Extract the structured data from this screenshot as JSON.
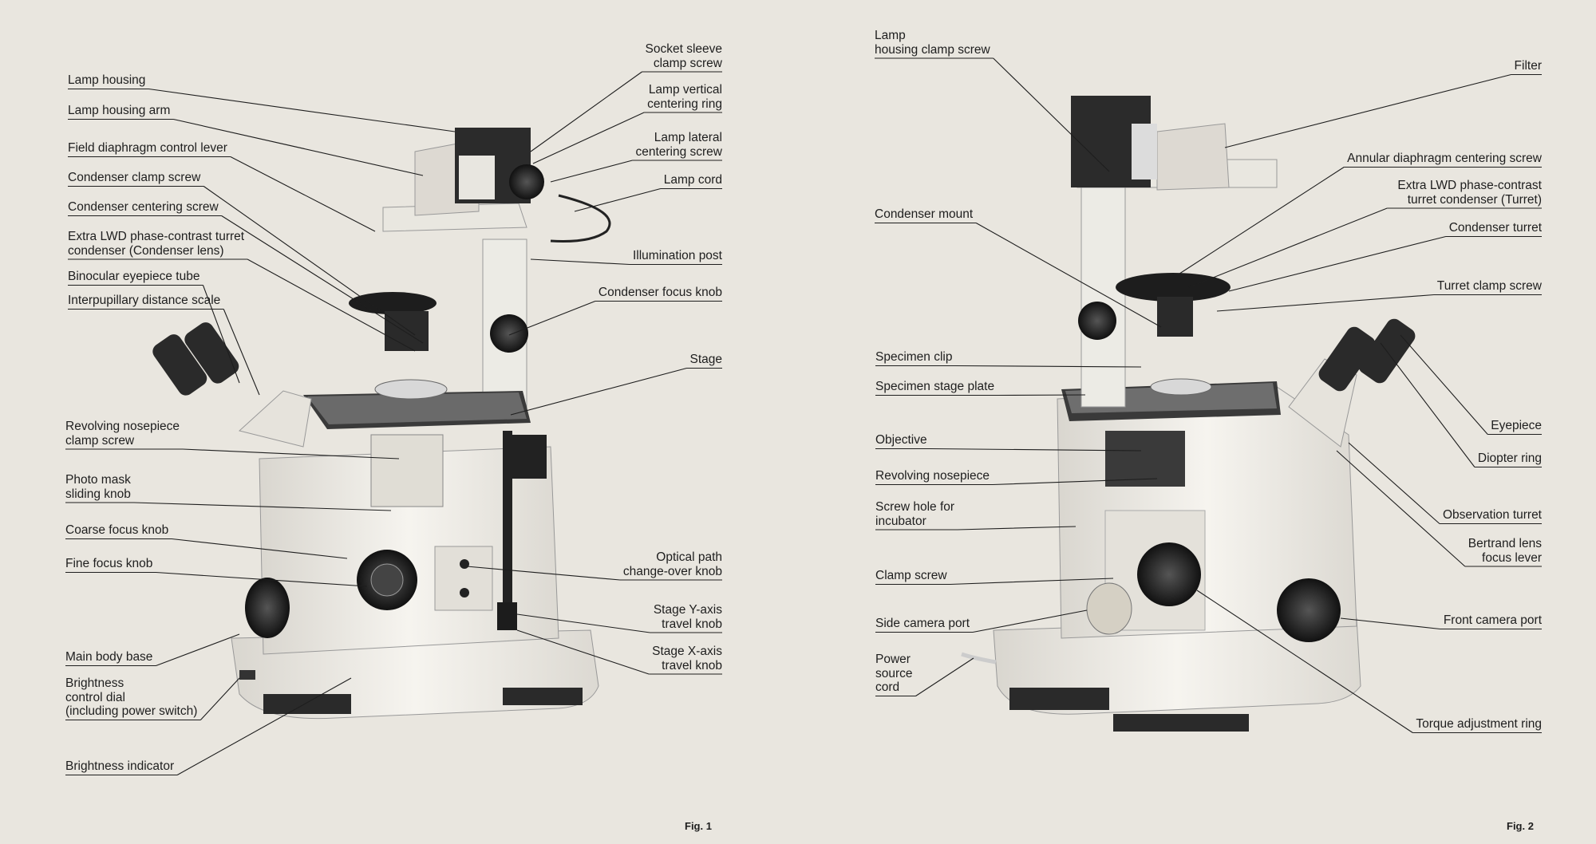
{
  "figures": [
    {
      "caption": "Fig. 1",
      "labels_left": [
        {
          "id": "lamp-housing",
          "text": "Lamp housing"
        },
        {
          "id": "lamp-housing-arm",
          "text": "Lamp housing arm"
        },
        {
          "id": "field-diaphragm-lever",
          "text": "Field diaphragm control lever"
        },
        {
          "id": "condenser-clamp-screw",
          "text": "Condenser clamp screw"
        },
        {
          "id": "condenser-centering-screw",
          "text": "Condenser centering screw"
        },
        {
          "id": "extra-lwd-condenser",
          "text": "Extra LWD phase-contrast turret\ncondenser (Condenser lens)"
        },
        {
          "id": "binocular-eyepiece-tube",
          "text": "Binocular eyepiece tube"
        },
        {
          "id": "interpupillary-scale",
          "text": "Interpupillary distance scale"
        },
        {
          "id": "nosepiece-clamp-screw",
          "text": "Revolving nosepiece\nclamp screw"
        },
        {
          "id": "photo-mask-knob",
          "text": "Photo mask\nsliding knob"
        },
        {
          "id": "coarse-focus-knob",
          "text": "Coarse focus knob"
        },
        {
          "id": "fine-focus-knob",
          "text": "Fine focus knob"
        },
        {
          "id": "main-body-base",
          "text": "Main body base"
        },
        {
          "id": "brightness-dial",
          "text": "Brightness\ncontrol dial\n(including power switch)"
        },
        {
          "id": "brightness-indicator",
          "text": "Brightness indicator"
        }
      ],
      "labels_right": [
        {
          "id": "socket-sleeve-screw",
          "text": "Socket sleeve\nclamp screw"
        },
        {
          "id": "lamp-vertical-ring",
          "text": "Lamp vertical\ncentering ring"
        },
        {
          "id": "lamp-lateral-screw",
          "text": "Lamp lateral\ncentering screw"
        },
        {
          "id": "lamp-cord",
          "text": "Lamp cord"
        },
        {
          "id": "illumination-post",
          "text": "Illumination post"
        },
        {
          "id": "condenser-focus-knob",
          "text": "Condenser focus knob"
        },
        {
          "id": "stage",
          "text": "Stage"
        },
        {
          "id": "optical-path-knob",
          "text": "Optical path\nchange-over knob"
        },
        {
          "id": "stage-y-knob",
          "text": "Stage Y-axis\ntravel knob"
        },
        {
          "id": "stage-x-knob",
          "text": "Stage X-axis\ntravel knob"
        }
      ]
    },
    {
      "caption": "Fig. 2",
      "labels_left": [
        {
          "id": "lamp-housing-clamp-screw",
          "text": "Lamp\nhousing clamp screw"
        },
        {
          "id": "condenser-mount",
          "text": "Condenser mount"
        },
        {
          "id": "specimen-clip",
          "text": "Specimen clip"
        },
        {
          "id": "specimen-stage-plate",
          "text": "Specimen stage plate"
        },
        {
          "id": "objective",
          "text": "Objective"
        },
        {
          "id": "revolving-nosepiece",
          "text": "Revolving nosepiece"
        },
        {
          "id": "incubator-screw-hole",
          "text": "Screw hole for\nincubator"
        },
        {
          "id": "clamp-screw",
          "text": "Clamp screw"
        },
        {
          "id": "side-camera-port",
          "text": "Side camera port"
        },
        {
          "id": "power-source-cord",
          "text": "Power\nsource\ncord"
        }
      ],
      "labels_right": [
        {
          "id": "filter",
          "text": "Filter"
        },
        {
          "id": "annular-diaphragm-screw",
          "text": "Annular diaphragm centering screw"
        },
        {
          "id": "extra-lwd-turret",
          "text": "Extra LWD phase-contrast\nturret condenser      (Turret)"
        },
        {
          "id": "condenser-turret",
          "text": "Condenser turret"
        },
        {
          "id": "turret-clamp-screw",
          "text": "Turret clamp screw"
        },
        {
          "id": "eyepiece",
          "text": "Eyepiece"
        },
        {
          "id": "diopter-ring",
          "text": "Diopter ring"
        },
        {
          "id": "observation-turret",
          "text": "Observation turret"
        },
        {
          "id": "bertrand-lever",
          "text": "Bertrand lens\nfocus lever"
        },
        {
          "id": "front-camera-port",
          "text": "Front camera port"
        },
        {
          "id": "torque-ring",
          "text": "Torque adjustment ring"
        }
      ]
    }
  ],
  "colors": {
    "paper": "#e9e6df",
    "ink": "#1e1e1e",
    "body": "#f1efe9",
    "dark": "#2a2a2a"
  }
}
